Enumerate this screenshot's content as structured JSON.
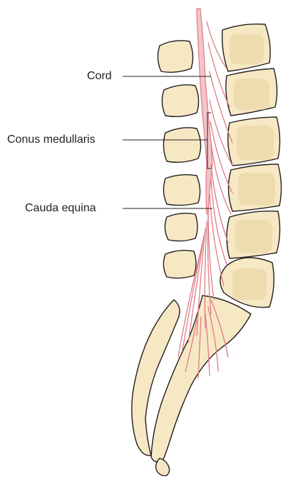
{
  "labels": {
    "cord": "Cord",
    "conus": "Conus medullaris",
    "cauda": "Cauda equina"
  },
  "colors": {
    "bone_fill": "#f7e8c4",
    "bone_stroke": "#231f20",
    "cancellous": "#e9d29c",
    "nerve": "#e07b86",
    "cord_fill": "#f3c4c8",
    "leader": "#231f20"
  }
}
